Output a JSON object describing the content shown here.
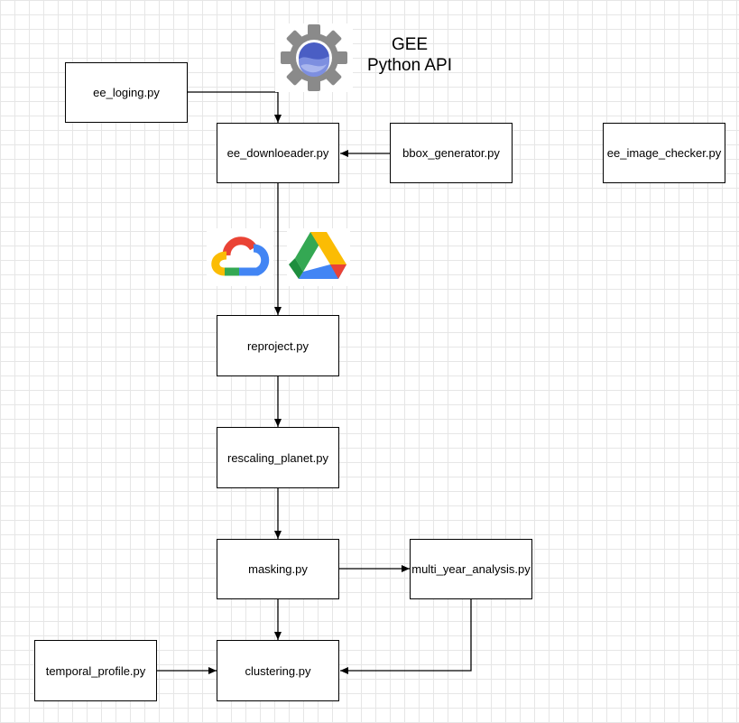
{
  "gee": {
    "title_line1": "GEE",
    "title_line2": "Python API",
    "icon": "gee-gear-icon"
  },
  "icons": {
    "cloud": "google-cloud-icon",
    "drive": "google-drive-icon"
  },
  "nodes": {
    "ee_loging": "ee_loging.py",
    "ee_downloader": "ee_downloeader.py",
    "bbox_generator": "bbox_generator.py",
    "ee_image_checker": "ee_image_checker.py",
    "reproject": "reproject.py",
    "rescaling_planet": "rescaling_planet.py",
    "masking": "masking.py",
    "multi_year_analysis": "multi_year_analysis.py",
    "temporal_profile": "temporal_profile.py",
    "clustering": "clustering.py"
  },
  "edges": [
    {
      "from": "ee_loging",
      "to": "ee_downloader"
    },
    {
      "from": "bbox_generator",
      "to": "ee_downloader"
    },
    {
      "from": "ee_downloader",
      "to": "reproject"
    },
    {
      "from": "reproject",
      "to": "rescaling_planet"
    },
    {
      "from": "rescaling_planet",
      "to": "masking"
    },
    {
      "from": "masking",
      "to": "multi_year_analysis"
    },
    {
      "from": "masking",
      "to": "clustering"
    },
    {
      "from": "multi_year_analysis",
      "to": "clustering"
    },
    {
      "from": "temporal_profile",
      "to": "clustering"
    }
  ],
  "colors": {
    "line": "#000000",
    "gee_gear": "#8a8a8a",
    "gee_lens": "#4a5ec4",
    "google_red": "#ea4335",
    "google_yellow": "#fbbc04",
    "google_green": "#34a853",
    "google_blue": "#4285f4"
  }
}
